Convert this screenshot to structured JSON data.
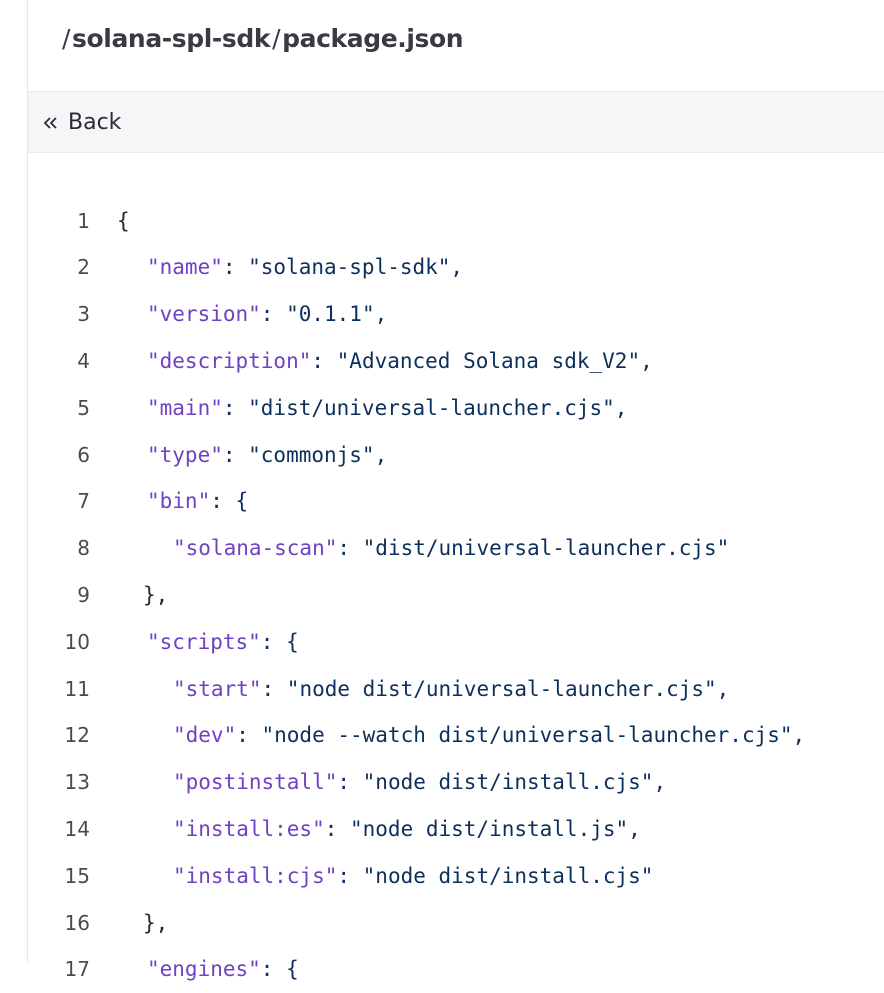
{
  "header": {
    "sep1": "/",
    "repo": "solana-spl-sdk",
    "sep2": "/",
    "file": "package.json"
  },
  "toolbar": {
    "back_label": "Back",
    "back_icon": "chevrons-left-icon"
  },
  "colors": {
    "key": "#6f42c1",
    "string": "#0d2f5c"
  },
  "code_lines": [
    {
      "n": "1",
      "text": "{"
    },
    {
      "n": "2",
      "key": "\"name\"",
      "text": ": \"solana-spl-sdk\",",
      "indent": 1
    },
    {
      "n": "3",
      "key": "\"version\"",
      "text": ": \"0.1.1\",",
      "indent": 1
    },
    {
      "n": "4",
      "key": "\"description\"",
      "text": ": \"Advanced Solana sdk_V2\",",
      "indent": 1
    },
    {
      "n": "5",
      "key": "\"main\"",
      "text": ": \"dist/universal-launcher.cjs\",",
      "indent": 1
    },
    {
      "n": "6",
      "key": "\"type\"",
      "text": ": \"commonjs\",",
      "indent": 1
    },
    {
      "n": "7",
      "key": "\"bin\"",
      "text": ": {",
      "indent": 1
    },
    {
      "n": "8",
      "key": "\"solana-scan\"",
      "text": ": \"dist/universal-launcher.cjs\"",
      "indent": 2
    },
    {
      "n": "9",
      "text": "},",
      "indent": 1
    },
    {
      "n": "10",
      "key": "\"scripts\"",
      "text": ": {",
      "indent": 1
    },
    {
      "n": "11",
      "key": "\"start\"",
      "text": ": \"node dist/universal-launcher.cjs\",",
      "indent": 2
    },
    {
      "n": "12",
      "key": "\"dev\"",
      "text": ": \"node --watch dist/universal-launcher.cjs\",",
      "indent": 2
    },
    {
      "n": "13",
      "key": "\"postinstall\"",
      "text": ": \"node dist/install.cjs\",",
      "indent": 2
    },
    {
      "n": "14",
      "key": "\"install:es\"",
      "text": ": \"node dist/install.js\",",
      "indent": 2
    },
    {
      "n": "15",
      "key": "\"install:cjs\"",
      "text": ": \"node dist/install.cjs\"",
      "indent": 2
    },
    {
      "n": "16",
      "text": "},",
      "indent": 1
    },
    {
      "n": "17",
      "key": "\"engines\"",
      "text": ": {",
      "indent": 1
    }
  ]
}
